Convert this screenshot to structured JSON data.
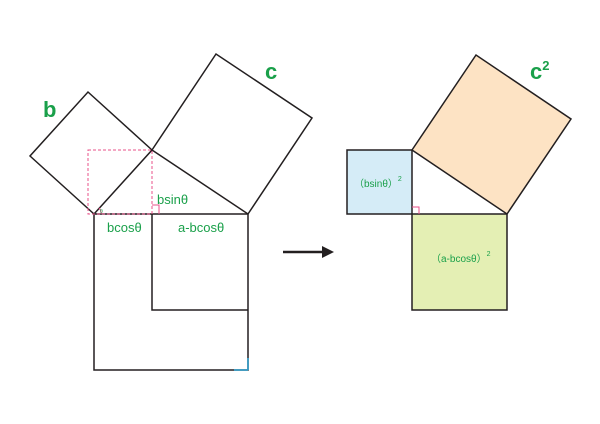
{
  "labels": {
    "b": "b",
    "c": "c",
    "c2_base": "c",
    "c2_exp": "2",
    "bsin": "bsinθ",
    "bcos": "bcosθ",
    "a_bcos": "a-bcosθ",
    "theta": "θ",
    "bsin_sq_base": "（bsinθ）",
    "bsin_sq_exp": "2",
    "abcos_sq_base": "（a-bcosθ）",
    "abcos_sq_exp": "2"
  },
  "colors": {
    "text": "#1aa04a",
    "line": "#231f20",
    "dashed": "#e8508a",
    "blue_fill": "#d5ecf7",
    "green_fill": "#e4efb4",
    "orange_fill": "#fde3c4"
  }
}
